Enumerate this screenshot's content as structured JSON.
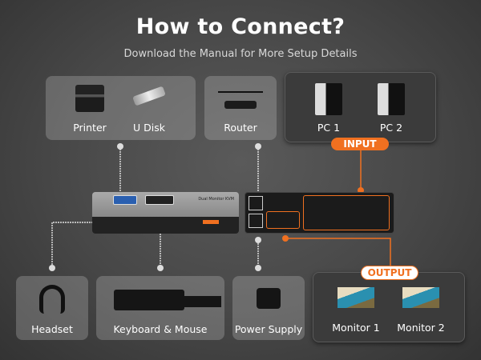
{
  "header": {
    "title": "How to Connect?",
    "subtitle": "Download the Manual for More Setup Details"
  },
  "top_devices": [
    {
      "label": "Printer",
      "icon": "printer-icon"
    },
    {
      "label": "U Disk",
      "icon": "usb-drive-icon"
    },
    {
      "label": "Router",
      "icon": "router-icon"
    }
  ],
  "inputs": {
    "tag": "INPUT",
    "items": [
      {
        "label": "PC 1",
        "icon": "pc-tower-icon"
      },
      {
        "label": "PC 2",
        "icon": "pc-tower-icon"
      }
    ]
  },
  "bottom_devices": [
    {
      "label": "Headset",
      "icon": "headset-icon"
    },
    {
      "label": "Keyboard & Mouse",
      "icon": "keyboard-mouse-icon"
    },
    {
      "label": "Power Supply",
      "icon": "power-adapter-icon"
    }
  ],
  "outputs": {
    "tag": "OUTPUT",
    "items": [
      {
        "label": "Monitor 1",
        "icon": "monitor-icon"
      },
      {
        "label": "Monitor 2",
        "icon": "monitor-icon"
      }
    ]
  },
  "device": {
    "front_label": "Dual Monitor KVM"
  },
  "colors": {
    "accent": "#f07020",
    "connector": "#ffffff"
  }
}
